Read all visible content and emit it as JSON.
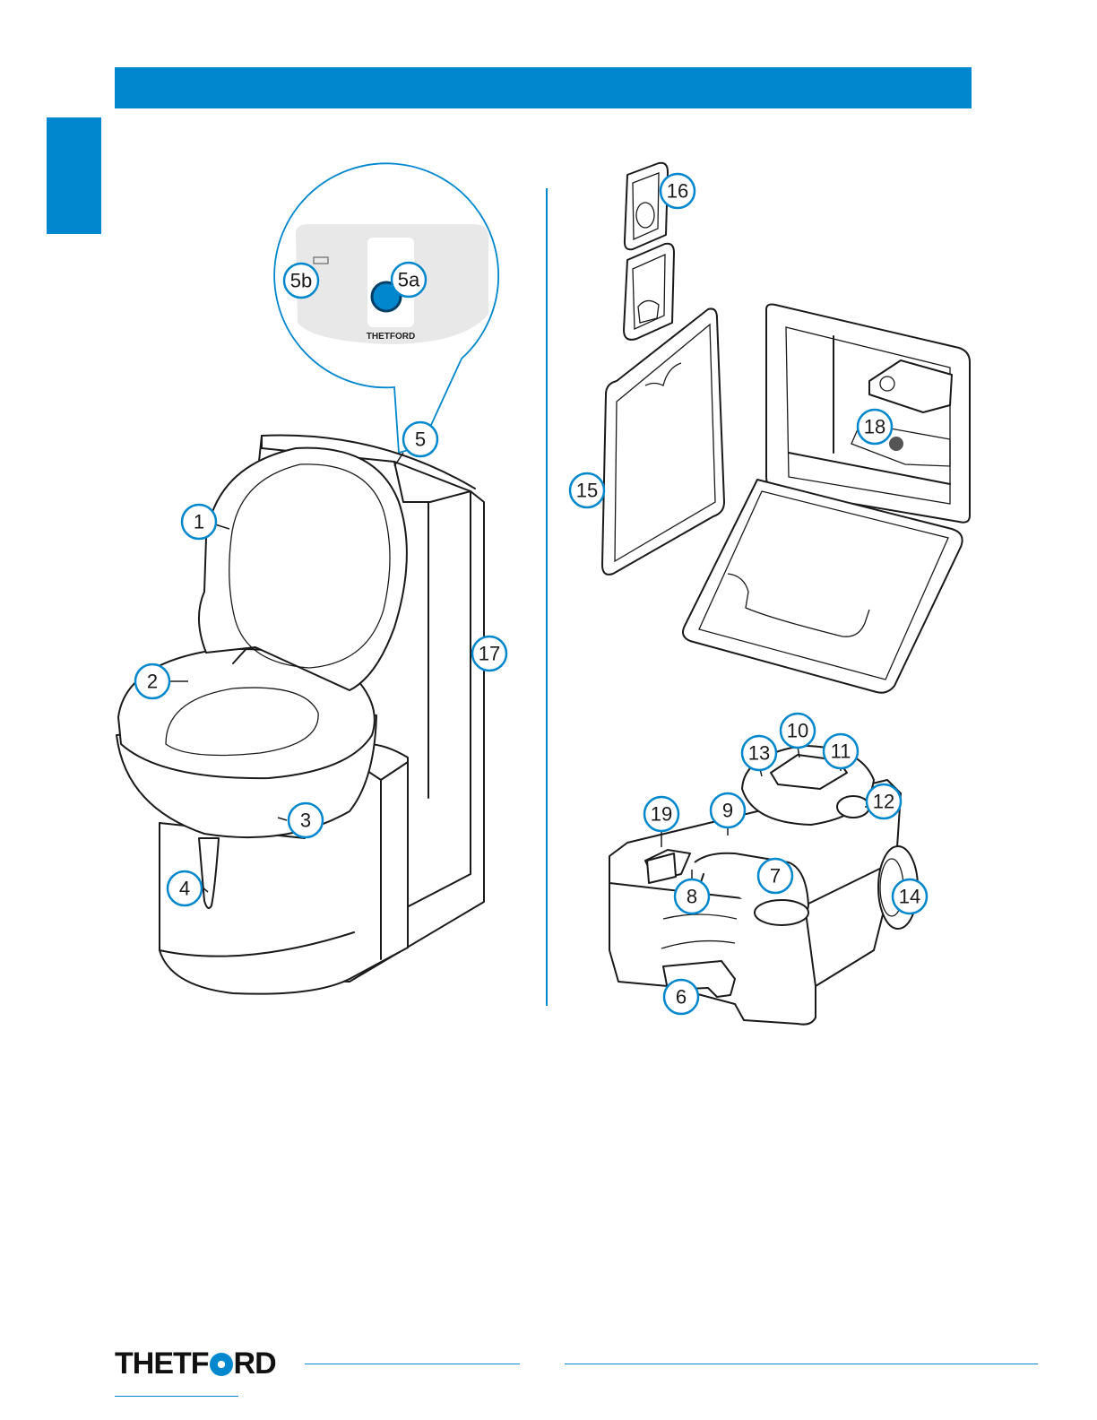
{
  "colors": {
    "accent": "#0087cd",
    "line": "#1a1a1a",
    "panel": "#e8e8e8"
  },
  "branding": {
    "logo_text_left": "THETF",
    "logo_text_right": "RD",
    "panel_logo": "THETFORD"
  },
  "callouts": [
    {
      "id": "1",
      "label": "1"
    },
    {
      "id": "2",
      "label": "2"
    },
    {
      "id": "3",
      "label": "3"
    },
    {
      "id": "4",
      "label": "4"
    },
    {
      "id": "5",
      "label": "5"
    },
    {
      "id": "5a",
      "label": "5a"
    },
    {
      "id": "5b",
      "label": "5b"
    },
    {
      "id": "6",
      "label": "6"
    },
    {
      "id": "7",
      "label": "7"
    },
    {
      "id": "8",
      "label": "8"
    },
    {
      "id": "9",
      "label": "9"
    },
    {
      "id": "10",
      "label": "10"
    },
    {
      "id": "11",
      "label": "11"
    },
    {
      "id": "12",
      "label": "12"
    },
    {
      "id": "13",
      "label": "13"
    },
    {
      "id": "14",
      "label": "14"
    },
    {
      "id": "15",
      "label": "15"
    },
    {
      "id": "16",
      "label": "16"
    },
    {
      "id": "17",
      "label": "17"
    },
    {
      "id": "18",
      "label": "18"
    },
    {
      "id": "19",
      "label": "19"
    }
  ]
}
